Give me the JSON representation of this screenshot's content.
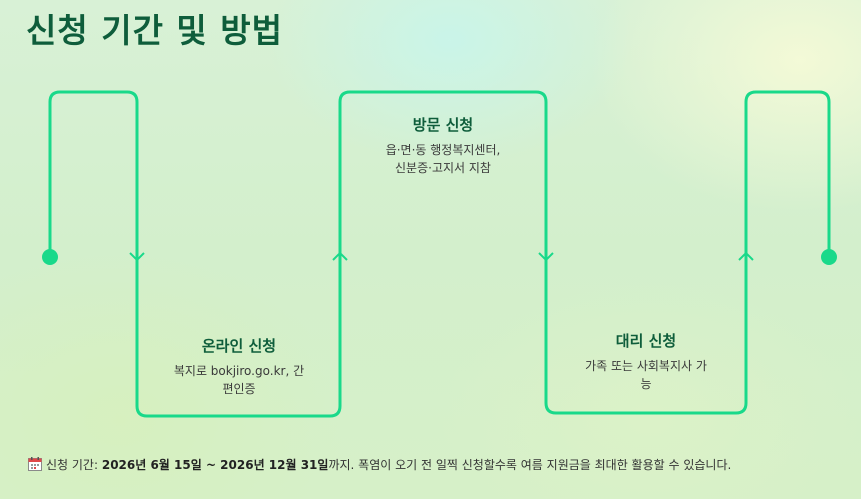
{
  "title": "신청 기간 및 방법",
  "steps": [
    {
      "name": "온라인 신청",
      "desc_line1": "복지로 bokjiro.go.kr, 간",
      "desc_line2": "편인증"
    },
    {
      "name": "방문 신청",
      "desc_line1": "읍·면·동 행정복지센터,",
      "desc_line2": "신분증·고지서 지참"
    },
    {
      "name": "대리 신청",
      "desc_line1": "가족 또는 사회복지사 가",
      "desc_line2": "능"
    }
  ],
  "footer": {
    "icon": "calendar-icon",
    "prefix": "신청 기간: ",
    "period": "2026년 6월 15일 ~ 2026년 12월 31일",
    "suffix": "까지. 폭염이 오기 전 일찍 신청할수록 여름 지원금을 최대한 활용할 수 있습니다."
  },
  "colors": {
    "line": "#19d98a",
    "title": "#0e5d3b"
  }
}
